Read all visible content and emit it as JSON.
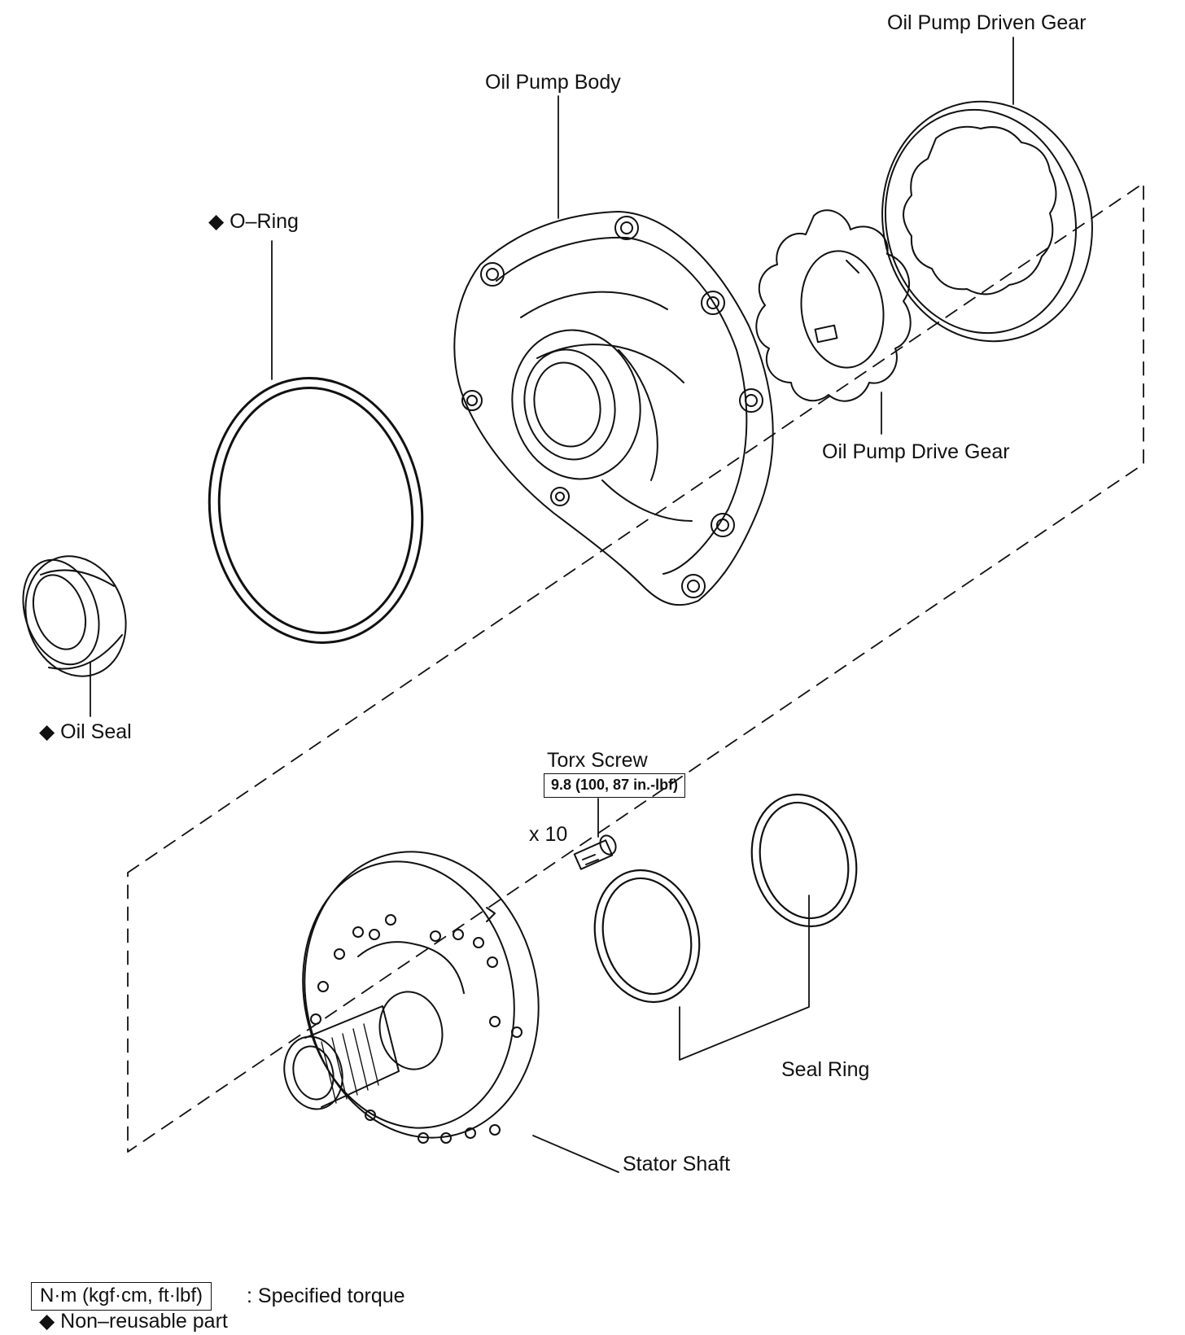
{
  "labels": {
    "oil_pump_driven_gear": "Oil Pump Driven Gear",
    "oil_pump_body": "Oil Pump Body",
    "o_ring": "◆ O–Ring",
    "oil_pump_drive_gear": "Oil Pump Drive Gear",
    "oil_seal": "◆ Oil Seal",
    "torx_screw": "Torx Screw",
    "torx_torque": "9.8 (100, 87 in.-lbf)",
    "quantity": "x 10",
    "seal_ring": "Seal Ring",
    "stator_shaft": "Stator Shaft"
  },
  "legend": {
    "torque_units": "N·m (kgf·cm, ft·lbf)",
    "torque_desc": ": Specified torque",
    "non_reusable": "◆ Non–reusable part"
  },
  "colors": {
    "line": "#111111",
    "background": "#ffffff"
  }
}
